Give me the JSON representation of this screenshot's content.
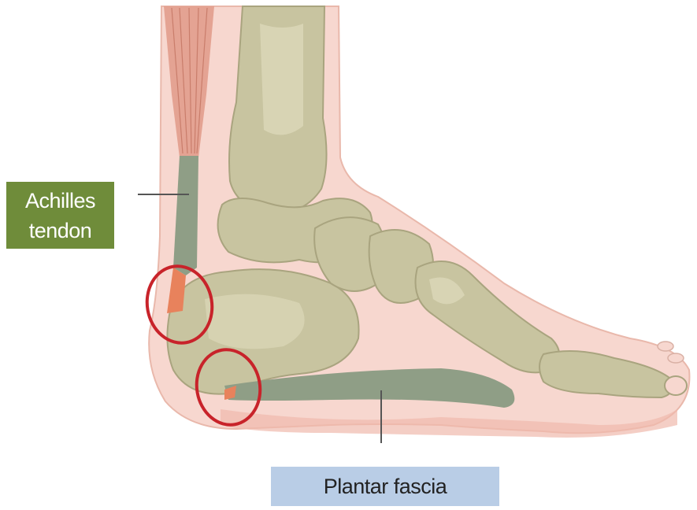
{
  "labels": {
    "achilles_line1": "Achilles",
    "achilles_line2": "tendon",
    "plantar": "Plantar fascia"
  },
  "colors": {
    "skin": "#f7d7cf",
    "skin_outline": "#e9b8ab",
    "bone": "#c8c4a0",
    "bone_dark": "#a9a47f",
    "bone_highlight": "#e3dfc2",
    "tendon": "#8f9e86",
    "muscle": "#e09a88",
    "inflamed": "#e8825c",
    "highlight_circle": "#c8232a",
    "achilles_box": "#6f8c3a",
    "plantar_box": "#b9cde6",
    "pointer_line": "#555555"
  },
  "icons": {
    "heel_circle": "red-circle-marker",
    "foot": "foot-anatomy-illustration"
  }
}
